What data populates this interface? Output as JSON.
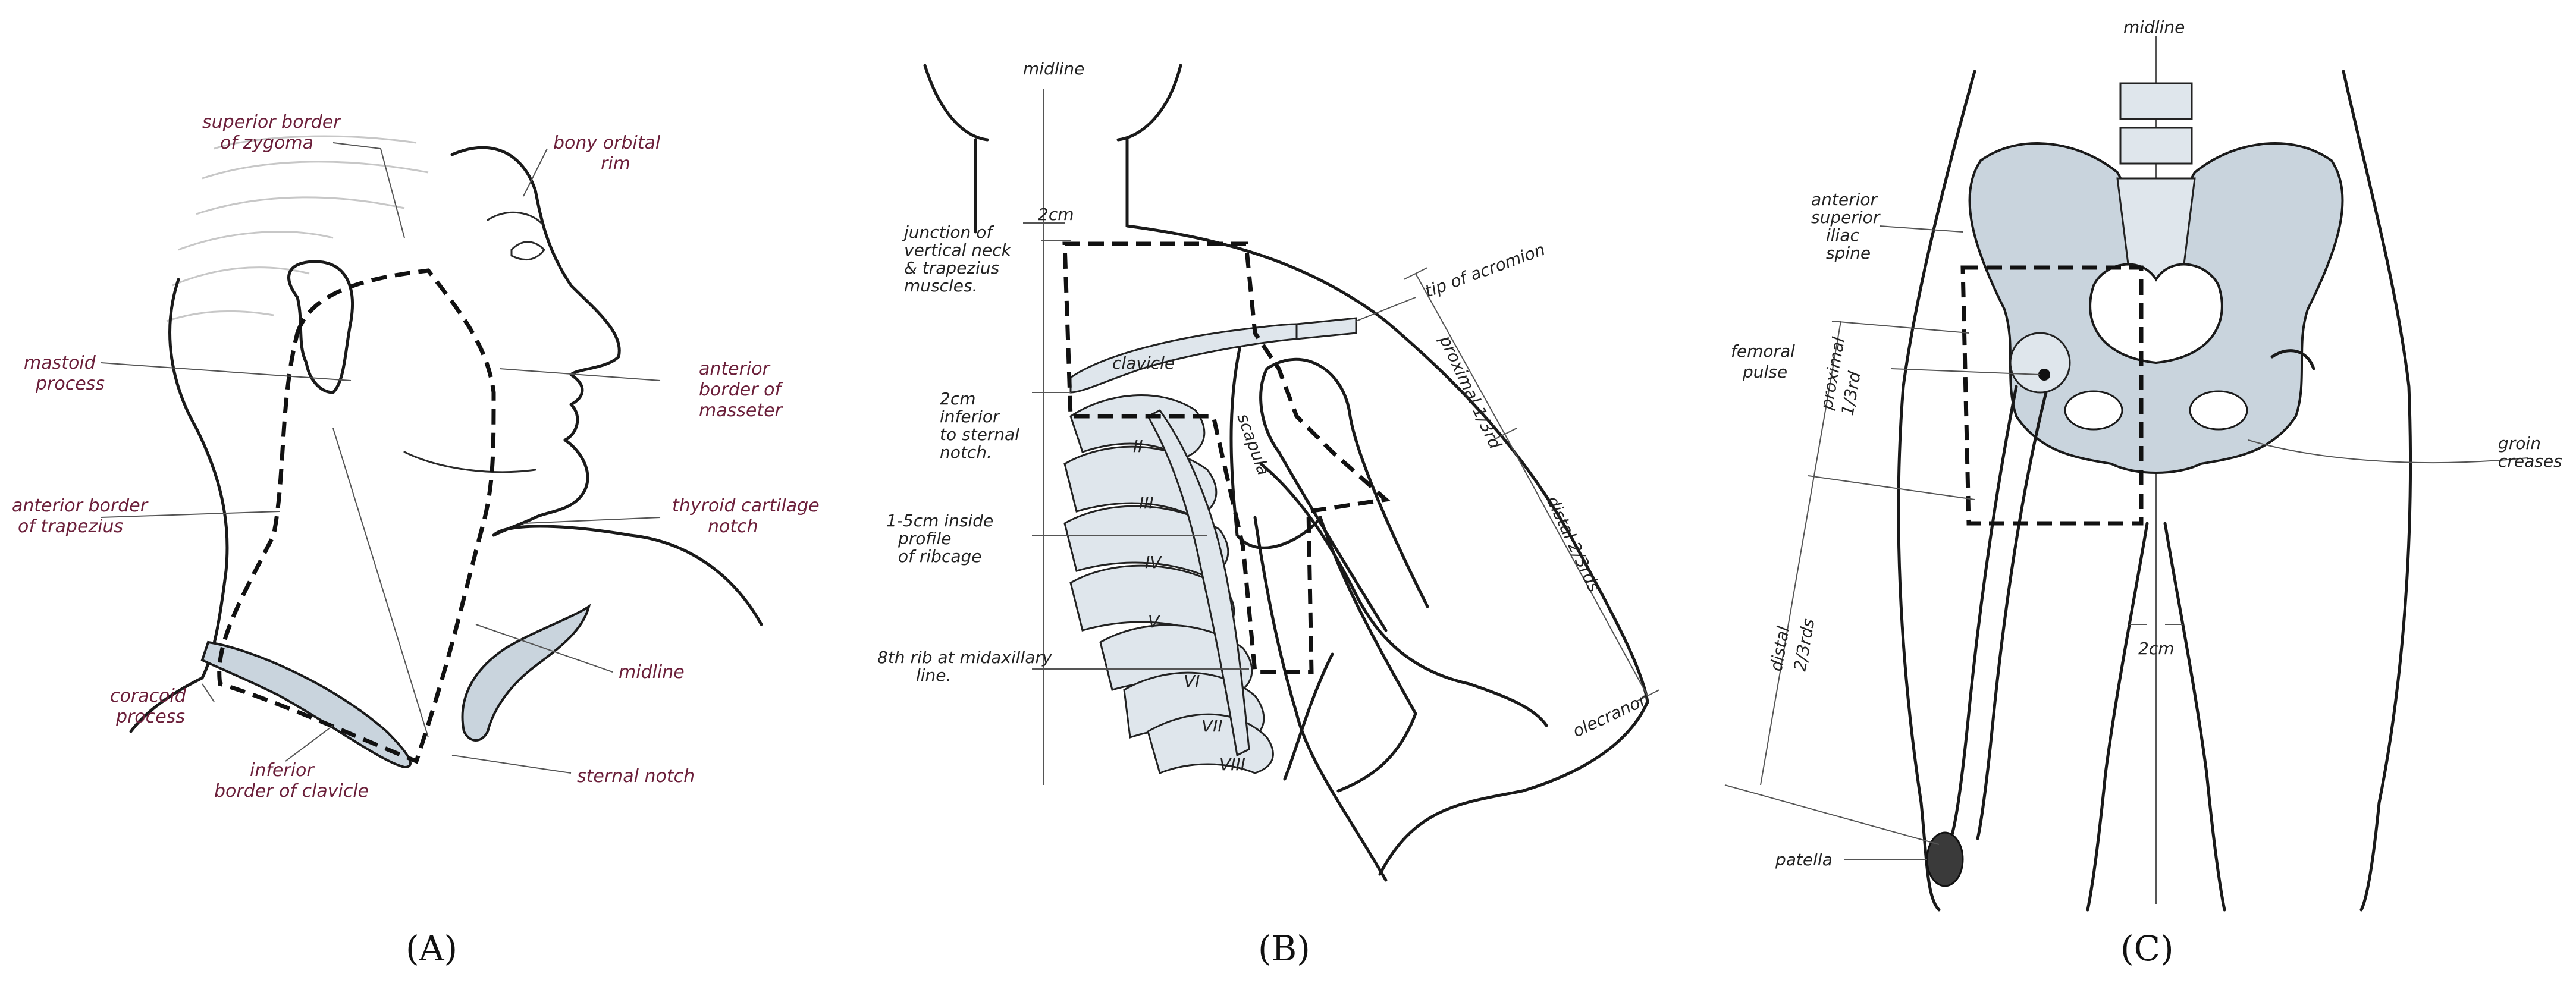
{
  "panels": {
    "a": {
      "letter": "(A)",
      "labels": {
        "zygoma_1": "superior border",
        "zygoma_2": "of zygoma",
        "orbital_1": "bony orbital",
        "orbital_2": "rim",
        "mastoid_1": "mastoid",
        "mastoid_2": "process",
        "masseter_1": "anterior",
        "masseter_2": "border of",
        "masseter_3": "masseter",
        "trapezius_1": "anterior border",
        "trapezius_2": "of trapezius",
        "thyroid_1": "thyroid cartilage",
        "thyroid_2": "notch",
        "midline": "midline",
        "coracoid_1": "coracoid",
        "coracoid_2": "process",
        "clavicle_1": "inferior",
        "clavicle_2": "border of clavicle",
        "sternal": "sternal notch"
      }
    },
    "b": {
      "letter": "(B)",
      "labels": {
        "midline": "midline",
        "junction_1": "junction of",
        "junction_2": "vertical neck",
        "junction_3": "& trapezius",
        "junction_4": "muscles.",
        "gap": "2cm",
        "below_notch_1": "2cm",
        "below_notch_2": "inferior",
        "below_notch_3": "to sternal",
        "below_notch_4": "notch.",
        "inside_1": "1-5cm inside",
        "inside_2": "profile",
        "inside_3": "of ribcage",
        "rib8_1": "8th rib at midaxillary",
        "rib8_2": "line.",
        "clavicle": "clavicle",
        "scapula": "scapula",
        "acromion": "tip of acromion",
        "proximal": "proximal 1/3rd",
        "distal": "distal 2/3rds",
        "olecranon": "olecranon",
        "ribs": [
          "II",
          "III",
          "IV",
          "V",
          "VI",
          "VII",
          "VIII"
        ]
      }
    },
    "c": {
      "letter": "(C)",
      "labels": {
        "midline": "midline",
        "asis_1": "anterior",
        "asis_2": "superior",
        "asis_3": "iliac",
        "asis_4": "spine",
        "femoral_1": "femoral",
        "femoral_2": "pulse",
        "proximal_1": "proximal",
        "proximal_2": "1/3rd",
        "distal_1": "distal",
        "distal_2": "2/3rds",
        "gap": "2cm",
        "groin_1": "groin",
        "groin_2": "creases",
        "patella": "patella"
      }
    }
  }
}
